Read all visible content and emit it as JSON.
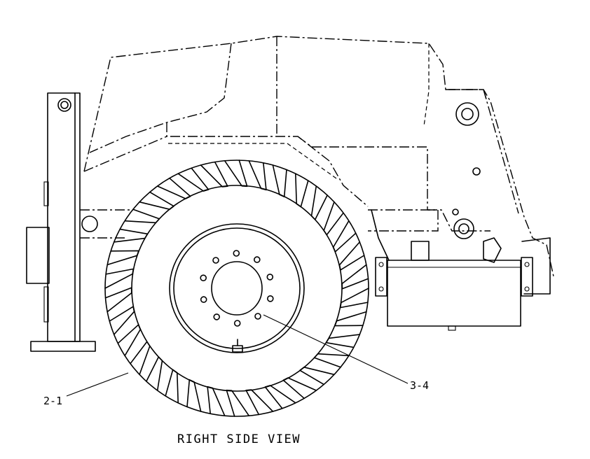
{
  "callouts": [
    {
      "id": "2-1",
      "text": "2-1"
    },
    {
      "id": "3-4",
      "text": "3-4"
    }
  ],
  "view_title": "RIGHT SIDE VIEW",
  "colors": {
    "line": "#000000",
    "background": "#ffffff"
  }
}
